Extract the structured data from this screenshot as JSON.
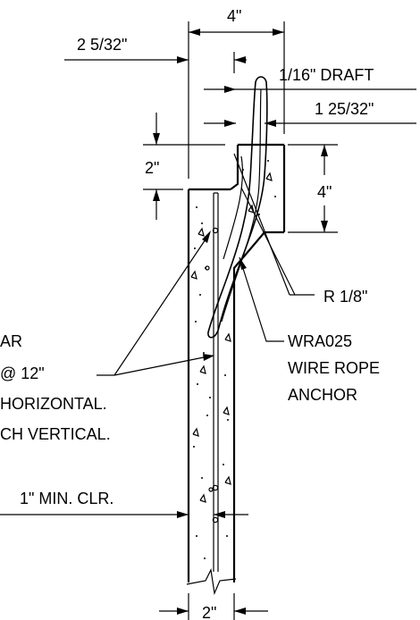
{
  "dimensions": {
    "top_width": "4\"",
    "offset": "2 5/32\"",
    "draft": "1/16\" DRAFT",
    "draft_offset": "1 25/32\"",
    "step_height": "2\"",
    "pocket_depth": "4\"",
    "bottom_width": "2\"",
    "clearance": "1\" MIN. CLR."
  },
  "callouts": {
    "radius": "R 1/8\"",
    "anchor_lines": [
      "WRA025",
      "WIRE ROPE",
      "ANCHOR"
    ],
    "bar_lines": [
      "AR",
      "@ 12\"",
      "HORIZONTAL.",
      "CH VERTICAL."
    ]
  },
  "colors": {
    "ink": "#000000",
    "paper": "#ffffff"
  }
}
